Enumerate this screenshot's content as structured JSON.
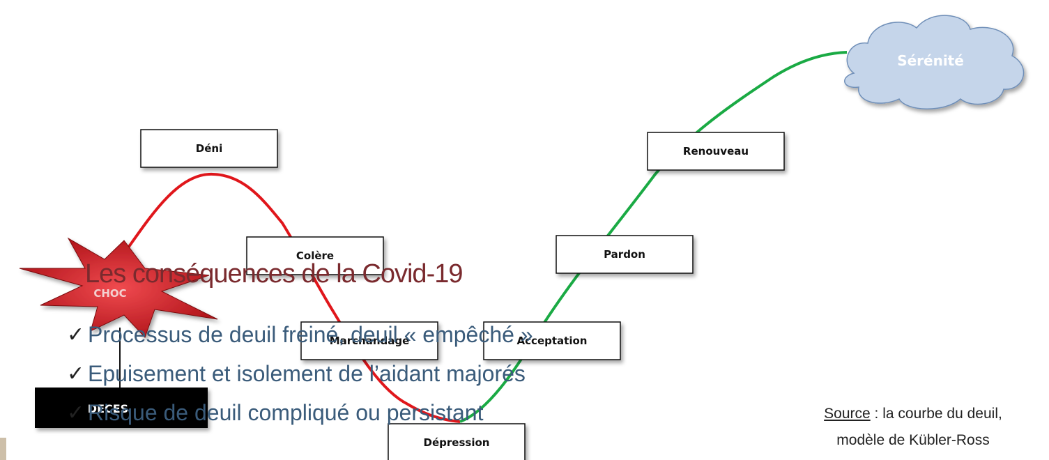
{
  "diagram": {
    "stages": [
      {
        "id": "deni",
        "label": "Déni"
      },
      {
        "id": "colere",
        "label": "Colère"
      },
      {
        "id": "marchandage",
        "label": "Marchandage"
      },
      {
        "id": "depression",
        "label": "Dépression"
      },
      {
        "id": "acceptation",
        "label": "Acceptation"
      },
      {
        "id": "pardon",
        "label": "Pardon"
      },
      {
        "id": "renouveau",
        "label": "Renouveau"
      }
    ],
    "choc_label": "CHOC",
    "deces_label": "DECES",
    "cloud_label": "Sérénité",
    "colors": {
      "negative_curve": "#e0161b",
      "positive_curve": "#1aaa44",
      "burst": "#c4161c",
      "cloud_fill": "#c5d5ea",
      "cloud_text": "#ffffff",
      "deces_fill": "#000000"
    }
  },
  "overlay": {
    "title": "Les conséquences de la Covid-19",
    "bullets": [
      "Processus de deuil freiné, deuil « empêché »",
      "Epuisement et isolement de l’aidant majorés",
      "Risque de deuil compliqué ou persistant"
    ],
    "check_glyph": "✓"
  },
  "source": {
    "label": "Source",
    "text": " : la courbe du deuil,",
    "line2": "modèle de Kübler-Ross"
  }
}
